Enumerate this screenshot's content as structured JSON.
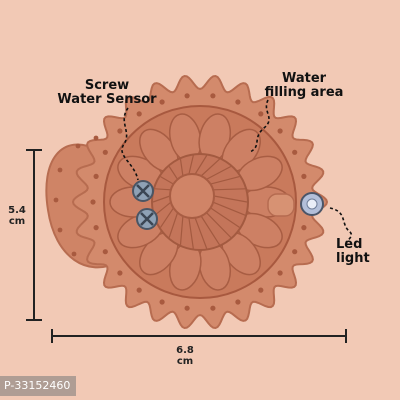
{
  "callouts": {
    "screw_line1": "Screw",
    "screw_line2": "Water Sensor",
    "water_line1": "Water",
    "water_line2": "filling area",
    "led_line1": "Led",
    "led_line2": "light"
  },
  "dimensions": {
    "width_value": "6.8",
    "width_unit": "cm",
    "height_value": "5.4",
    "height_unit": "cm"
  },
  "watermark": "P-33152460",
  "colors": {
    "background": "#f2c9b5",
    "terracotta": "#c97a5c",
    "terracotta_dark": "#b0624a",
    "screw": "#8ea1b5"
  }
}
